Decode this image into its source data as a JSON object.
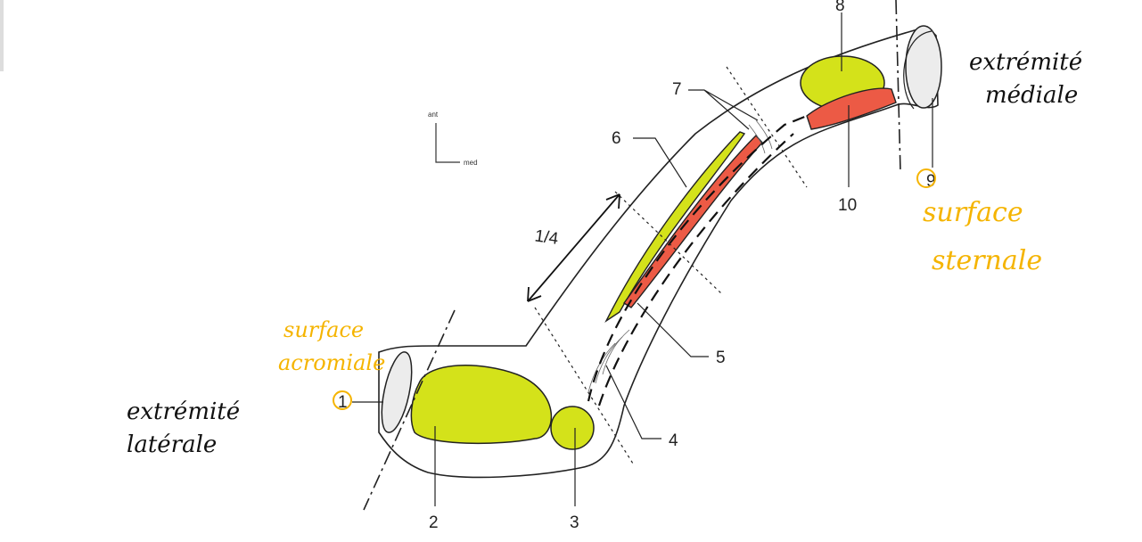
{
  "orientation": {
    "ant": "ant",
    "med": "med"
  },
  "fraction": "1/4",
  "numbers": {
    "n1": "1",
    "n2": "2",
    "n3": "3",
    "n4": "4",
    "n5": "5",
    "n6": "6",
    "n7": "7",
    "n8": "8",
    "n9": "9",
    "n10": "10"
  },
  "annotations": {
    "lateral_line1": "extrémité",
    "lateral_line2": "latérale",
    "medial_line1": "extrémité",
    "medial_line2": "médiale",
    "acromial_line1": "surface",
    "acromial_line2": "acromiale",
    "sternal_line1": "surface",
    "sternal_line2": "sternale"
  },
  "colors": {
    "green_area": "#d4e21a",
    "red_area": "#ec5a45",
    "handwriting_orange": "#f5b400",
    "handwriting_black": "#111111",
    "outline": "#222222"
  }
}
